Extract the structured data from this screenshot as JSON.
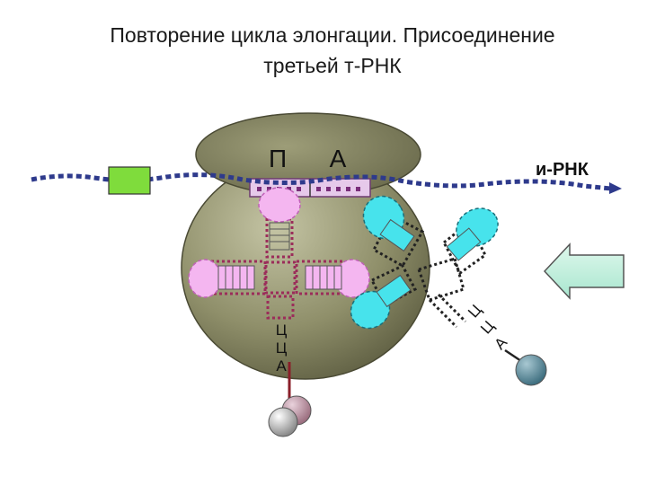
{
  "title": {
    "line1": "Повторение цикла элонгации. Присоединение",
    "line2": "третьей т-РНК"
  },
  "ribosome": {
    "site_p": "П",
    "site_a": "А"
  },
  "mrna": {
    "label": "и-РНК"
  },
  "trna_left": {
    "acceptor_letters": [
      "Ц",
      "Ц",
      "А"
    ]
  },
  "trna_right": {
    "acceptor_letters": [
      "Ц",
      "Ц",
      "А"
    ]
  },
  "colors": {
    "ribosome": "#8f8f6a",
    "mrna": "#2e3a8c",
    "trna_left": "#f4b6f0",
    "trna_right": "#47e3ec",
    "codon_box": "#7fdc3c",
    "arrow": "#bff0dc"
  }
}
